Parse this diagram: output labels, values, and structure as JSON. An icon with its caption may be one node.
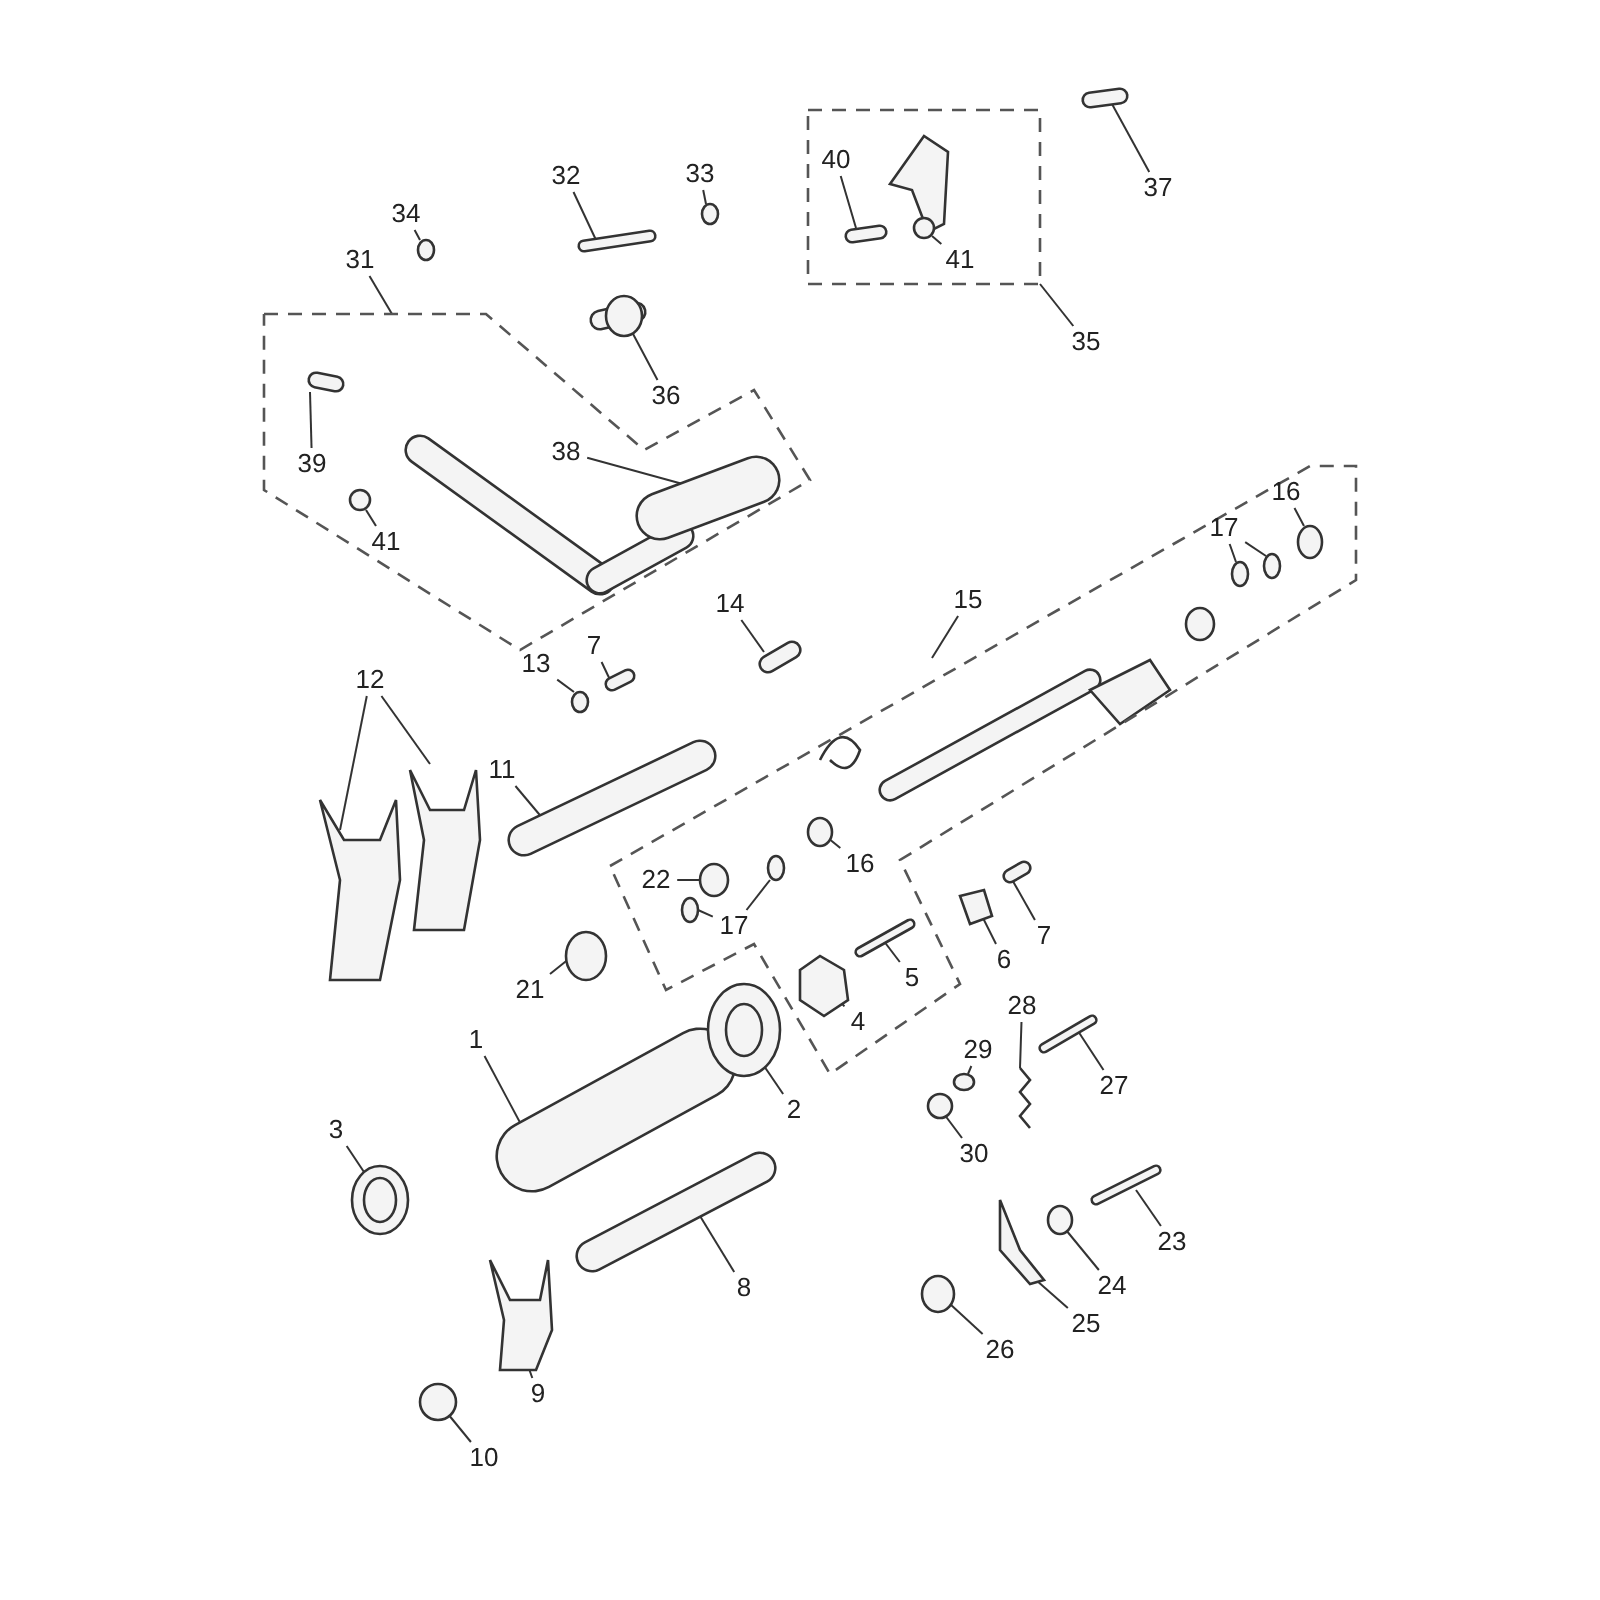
{
  "diagram": {
    "nodes": [
      {
        "text": [],
        "shape": "box"
      },
      {
        "text": [],
        "shape": "box"
      },
      {
        "text": [],
        "shape": "box"
      },
      {
        "text": [
          "34"
        ]
      },
      {
        "text": [
          "32"
        ]
      },
      {
        "text": [
          "33"
        ]
      },
      {
        "text": [
          "40"
        ],
        "in": 1
      },
      {
        "text": [
          "37"
        ]
      },
      {
        "text": [
          "31"
        ]
      },
      {
        "text": [
          "41"
        ],
        "in": 1
      },
      {
        "text": [
          "35"
        ]
      },
      {
        "text": [
          "36"
        ]
      },
      {
        "text": [
          "38"
        ],
        "in": 0
      },
      {
        "text": [
          "39"
        ],
        "in": 0
      },
      {
        "text": [
          "16"
        ],
        "in": 2
      },
      {
        "text": [
          "17"
        ],
        "in": 2
      },
      {
        "text": [
          "41"
        ],
        "in": 0
      },
      {
        "text": [
          "15"
        ]
      },
      {
        "text": [
          "14"
        ]
      },
      {
        "text": [
          "7"
        ]
      },
      {
        "text": [
          "13"
        ]
      },
      {
        "text": [
          "12"
        ]
      },
      {
        "text": [
          "11"
        ]
      },
      {
        "text": [
          "16"
        ],
        "in": 2
      },
      {
        "text": [
          "22"
        ],
        "in": 2
      },
      {
        "text": [
          "17"
        ],
        "in": 2
      },
      {
        "text": [
          "7"
        ]
      },
      {
        "text": [
          "6"
        ]
      },
      {
        "text": [
          "5"
        ],
        "in": 2
      },
      {
        "text": [
          "21"
        ]
      },
      {
        "text": [
          "28"
        ]
      },
      {
        "text": [
          "4"
        ],
        "in": 2
      },
      {
        "text": [
          "1"
        ]
      },
      {
        "text": [
          "29"
        ]
      },
      {
        "text": [
          "27"
        ]
      },
      {
        "text": [
          "2"
        ]
      },
      {
        "text": [
          "3"
        ]
      },
      {
        "text": [
          "30"
        ]
      },
      {
        "text": [
          "23"
        ]
      },
      {
        "text": [
          "8"
        ]
      },
      {
        "text": [
          "24"
        ]
      },
      {
        "text": [
          "25"
        ]
      },
      {
        "text": [
          "26"
        ]
      },
      {
        "text": [
          "9"
        ]
      },
      {
        "text": [
          "10"
        ]
      },
      {
        "text": [],
        "shape": "circle"
      },
      {
        "text": [],
        "shape": "picture"
      },
      {
        "text": [],
        "shape": "circle"
      },
      {
        "text": [],
        "shape": "picture",
        "in": 1
      },
      {
        "text": [],
        "shape": "picture"
      },
      {
        "text": [],
        "shape": "circle",
        "in": 1
      },
      {
        "text": [],
        "shape": "picture"
      },
      {
        "text": [],
        "shape": "picture",
        "in": 0
      },
      {
        "text": [],
        "shape": "picture",
        "in": 0
      },
      {
        "text": [],
        "shape": "circle",
        "in": 2
      },
      {
        "text": [],
        "shape": "circle",
        "in": 2
      },
      {
        "text": [],
        "shape": "circle",
        "in": 2
      },
      {
        "text": [],
        "shape": "circle",
        "in": 0
      },
      {
        "text": [],
        "shape": "picture"
      },
      {
        "text": [],
        "shape": "picture"
      },
      {
        "text": [],
        "shape": "circle"
      },
      {
        "text": [],
        "shape": "picture"
      },
      {
        "text": [],
        "shape": "picture"
      },
      {
        "text": [],
        "shape": "picture"
      },
      {
        "text": [],
        "shape": "circle",
        "in": 2
      },
      {
        "text": [],
        "shape": "circle",
        "in": 2
      },
      {
        "text": [],
        "shape": "circle",
        "in": 2
      },
      {
        "text": [],
        "shape": "circle",
        "in": 2
      },
      {
        "text": [],
        "shape": "picture"
      },
      {
        "text": [],
        "shape": "picture"
      },
      {
        "text": [],
        "shape": "picture",
        "in": 2
      },
      {
        "text": [],
        "shape": "circle"
      },
      {
        "text": [],
        "shape": "picture"
      },
      {
        "text": [],
        "shape": "picture",
        "in": 2
      },
      {
        "text": [],
        "shape": "picture"
      },
      {
        "text": [],
        "shape": "circle"
      },
      {
        "text": [],
        "shape": "picture"
      },
      {
        "text": [],
        "shape": "picture"
      },
      {
        "text": [],
        "shape": "picture"
      },
      {
        "text": [],
        "shape": "circle"
      },
      {
        "text": [],
        "shape": "picture"
      },
      {
        "text": [],
        "shape": "picture"
      },
      {
        "text": [],
        "shape": "circle"
      },
      {
        "text": [],
        "shape": "picture"
      },
      {
        "text": [],
        "shape": "circle"
      },
      {
        "text": [],
        "shape": "picture"
      },
      {
        "text": [],
        "shape": "circle"
      }
    ],
    "edges": [
      {
        "from": 3,
        "to": 45,
        "arrow": "none"
      },
      {
        "from": 4,
        "to": 46,
        "arrow": "none"
      },
      {
        "from": 5,
        "to": 47,
        "arrow": "none"
      },
      {
        "from": 6,
        "to": 48,
        "arrow": "none"
      },
      {
        "from": 7,
        "to": 49,
        "arrow": "none"
      },
      {
        "from": 8,
        "to": 0,
        "arrow": "none"
      },
      {
        "from": 9,
        "to": 50,
        "arrow": "none"
      },
      {
        "from": 10,
        "to": 1,
        "arrow": "none"
      },
      {
        "from": 11,
        "to": 51,
        "arrow": "none"
      },
      {
        "from": 12,
        "to": 52,
        "arrow": "none"
      },
      {
        "from": 13,
        "to": 53,
        "arrow": "none"
      },
      {
        "from": 14,
        "to": 54,
        "arrow": "none"
      },
      {
        "from": 15,
        "to": 55,
        "arrow": "none"
      },
      {
        "from": 15,
        "to": 56,
        "arrow": "none"
      },
      {
        "from": 16,
        "to": 57,
        "arrow": "none"
      },
      {
        "from": 17,
        "to": 2,
        "arrow": "none"
      },
      {
        "from": 18,
        "to": 58,
        "arrow": "none"
      },
      {
        "from": 19,
        "to": 59,
        "arrow": "none"
      },
      {
        "from": 20,
        "to": 60,
        "arrow": "none"
      },
      {
        "from": 21,
        "to": 61,
        "arrow": "none"
      },
      {
        "from": 21,
        "to": 62,
        "arrow": "none"
      },
      {
        "from": 22,
        "to": 63,
        "arrow": "none"
      },
      {
        "from": 23,
        "to": 64,
        "arrow": "none"
      },
      {
        "from": 24,
        "to": 65,
        "arrow": "none"
      },
      {
        "from": 25,
        "to": 66,
        "arrow": "none"
      },
      {
        "from": 25,
        "to": 67,
        "arrow": "none"
      },
      {
        "from": 26,
        "to": 68,
        "arrow": "none"
      },
      {
        "from": 27,
        "to": 69,
        "arrow": "none"
      },
      {
        "from": 28,
        "to": 70,
        "arrow": "none"
      },
      {
        "from": 29,
        "to": 71,
        "arrow": "none"
      },
      {
        "from": 30,
        "to": 72,
        "arrow": "none"
      },
      {
        "from": 31,
        "to": 73,
        "arrow": "none"
      },
      {
        "from": 32,
        "to": 74,
        "arrow": "none"
      },
      {
        "from": 33,
        "to": 75,
        "arrow": "none"
      },
      {
        "from": 34,
        "to": 76,
        "arrow": "none"
      },
      {
        "from": 35,
        "to": 77,
        "arrow": "none"
      },
      {
        "from": 36,
        "to": 78,
        "arrow": "none"
      },
      {
        "from": 37,
        "to": 79,
        "arrow": "none"
      },
      {
        "from": 38,
        "to": 80,
        "arrow": "none"
      },
      {
        "from": 39,
        "to": 81,
        "arrow": "none"
      },
      {
        "from": 40,
        "to": 82,
        "arrow": "none"
      },
      {
        "from": 41,
        "to": 83,
        "arrow": "none"
      },
      {
        "from": 42,
        "to": 84,
        "arrow": "none"
      },
      {
        "from": 43,
        "to": 85,
        "arrow": "none"
      },
      {
        "from": 44,
        "to": 86,
        "arrow": "none"
      }
    ]
  }
}
